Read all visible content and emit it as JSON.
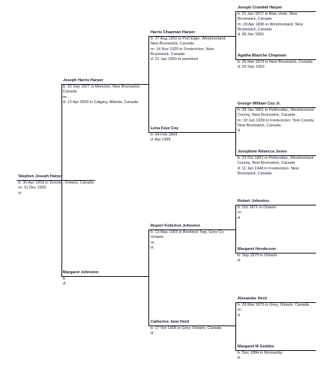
{
  "tree": {
    "p1": {
      "name": "Stephen Joseph Harper",
      "lines": [
        "b: 30 Apr 1959 in Toronto, Ontario, Canada",
        "m: 11 Dec 1993",
        "d:"
      ]
    },
    "p2": {
      "name": "Joseph Harris Harper",
      "lines": [
        "b: 20 Sep 1927 in Moncton, New Brunswick, Canada",
        "m:",
        "d: 12 Apr 2003 in Calgary, Alberta, Canada"
      ]
    },
    "p3": {
      "name": "Margaret Johnston",
      "lines": [
        "b:",
        "d:"
      ]
    },
    "p4": {
      "name": "Harris Chapman Harper",
      "lines": [
        "b: 27 Aug 1902 in Port Elgin, Westmorland, New Brunswick, Canada",
        "m: 14 Nov 1925 in Fredericton, New Brunswick, Canada",
        "d: 21 Jan 1950 in vanished"
      ]
    },
    "p5": {
      "name": "Lena Faye Coy",
      "lines": [
        "b: 04 Feb 1904",
        "d: Apr 1995"
      ]
    },
    "p6": {
      "name": "Rupert Fullerton Johnston",
      "lines": [
        "b: 13 May 1905 in Bentinck Twp, Grey Co, Ontario",
        "m:",
        "d:"
      ]
    },
    "p7": {
      "name": "Catherine Jane Herd",
      "lines": [
        "b: 17 Oct 1906 in Grey, Ontario, Canada",
        "d:"
      ]
    },
    "p8": {
      "name": "Joseph Crandall Harper",
      "lines": [
        "b: 21 Jan 1872 in Baie Verte, New Brunswick, Canada",
        "m: 29 Apr 1896 in Westmorland, New Brunswick, Canada",
        "d: 09 Jan 1953"
      ]
    },
    "p9": {
      "name": "Agatha Blanche Chapman",
      "lines": [
        "b: 26 Mar 1874 in New Brunswick, Canada",
        "d: 20 Sep 1953"
      ]
    },
    "p10": {
      "name": "George William Coy Jr.",
      "lines": [
        "b: 28 Jan 1861 in Petitcodiac, Westmorland County, New Brunswick, Canada",
        "m: 18 Jun 1939 in Fredericton, York County, New Brunswick, Canada",
        "d:"
      ]
    },
    "p11": {
      "name": "Josephine Rebecca Jones",
      "lines": [
        "b: 23 Oct 1861 in Petitcodiac, Westmorland County, New Brunswick, Canada",
        "d: 11 Jan 1948 in Fredericton, New Brunswick, Canada"
      ]
    },
    "p12": {
      "name": "Robert Johnston",
      "lines": [
        "b: Oct 1871 in Ontario",
        "m:",
        "d:"
      ]
    },
    "p13": {
      "name": "Margaret Henderson",
      "lines": [
        "b: Sep 1879 in Ontario",
        "d:"
      ]
    },
    "p14": {
      "name": "Alexander Herd",
      "lines": [
        "b: 29 Mar 1875 in Grey, Ontario, Canada",
        "m:",
        "d:"
      ]
    },
    "p15": {
      "name": "Margaret M Geddes",
      "lines": [
        "b: Dec 1884 in Normanby",
        "d:"
      ]
    }
  }
}
